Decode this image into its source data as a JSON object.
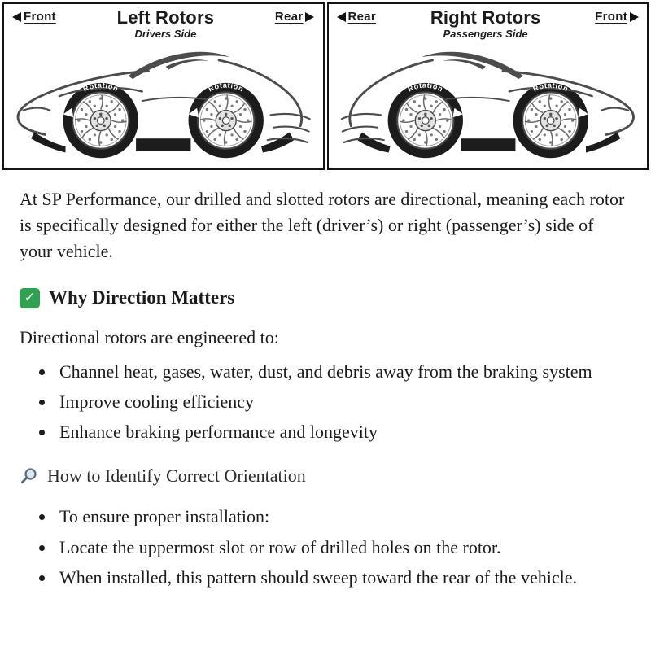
{
  "diagram": {
    "rotation_label": "Rotation",
    "left_panel": {
      "left_arrow_label": "Front",
      "title": "Left Rotors",
      "subtitle": "Drivers Side",
      "right_arrow_label": "Rear"
    },
    "right_panel": {
      "left_arrow_label": "Rear",
      "title": "Right Rotors",
      "subtitle": "Passengers Side",
      "right_arrow_label": "Front"
    }
  },
  "icons": {
    "check_glyph": "✓",
    "check_color": "#2fa24f"
  },
  "article": {
    "intro": "At SP Performance, our drilled and slotted rotors are directional, meaning each rotor is specifically designed for either the left (driver’s) or right (passenger’s) side of your vehicle.",
    "sections": [
      {
        "icon": "check-icon",
        "heading": "Why Direction Matters",
        "lead": "Directional rotors are engineered to:",
        "bullets": [
          "Channel heat, gases, water, dust, and debris away from the braking system",
          "Improve cooling efficiency",
          "Enhance braking performance and longevity"
        ]
      },
      {
        "icon": "magnifier-icon",
        "heading": "How to Identify Correct Orientation",
        "bullets": [
          "To ensure proper installation:",
          "Locate the uppermost slot or row of drilled holes on the rotor.",
          "When installed, this pattern should sweep toward the rear of the vehicle."
        ]
      }
    ]
  }
}
